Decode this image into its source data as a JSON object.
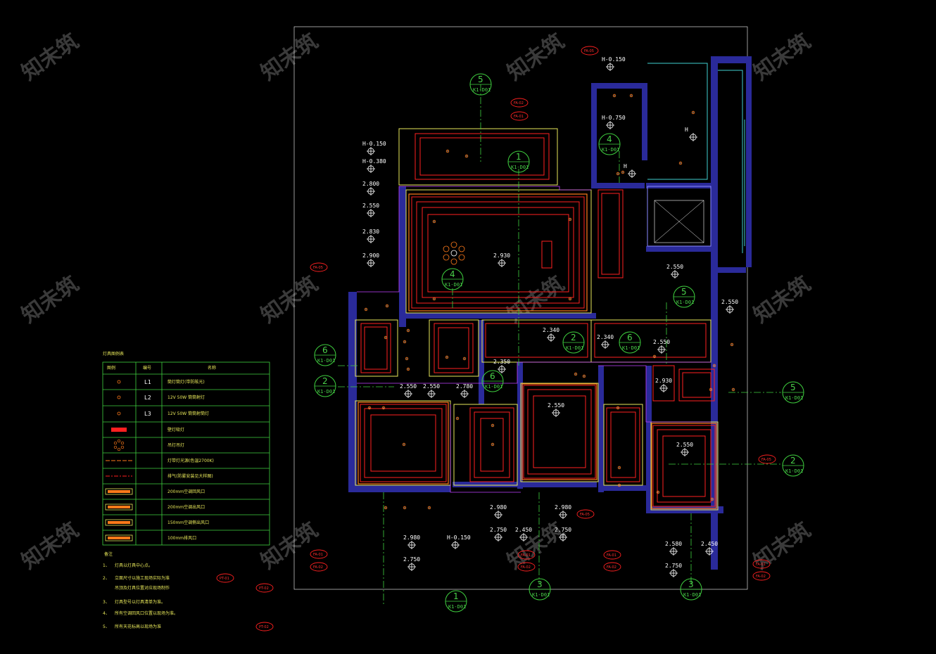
{
  "watermark": "知未筑",
  "legend": {
    "title": "灯具图例表",
    "headers": [
      "图例",
      "编号",
      "名称"
    ],
    "rows": [
      {
        "code": "L1",
        "name": "筒灯筒灯(带防眩光)"
      },
      {
        "code": "L2",
        "name": "12V 50W 筒筒射灯"
      },
      {
        "code": "L3",
        "name": "12V 50W 筒筒射筒灯"
      },
      {
        "code": "",
        "name": "壁灯吸灯"
      },
      {
        "code": "",
        "name": "吊灯吊灯"
      },
      {
        "code": "",
        "name": "灯带灯光源(色温2700K)"
      },
      {
        "code": "",
        "name": "排气(防雾安装见大样图)"
      },
      {
        "code": "",
        "name": "200mm空调回风口"
      },
      {
        "code": "",
        "name": "200mm空调出风口"
      },
      {
        "code": "",
        "name": "150mm空调侧出风口"
      },
      {
        "code": "",
        "name": "100mm排风口"
      }
    ]
  },
  "notes": {
    "title": "备注",
    "items": [
      {
        "num": "1、",
        "text": "灯具以灯具中心点。",
        "tag": ""
      },
      {
        "num": "2、",
        "text": "立面尺寸以施工现场实际为准",
        "tag": "PT-01"
      },
      {
        "num": "",
        "text": "吊顶及灯具位置对应现场制作",
        "tag": "PT-02"
      },
      {
        "num": "3、",
        "text": "灯具型号以灯具清单为准。",
        "tag": ""
      },
      {
        "num": "4、",
        "text": "所有空调回风口位置以现场为准。",
        "tag": ""
      },
      {
        "num": "5、",
        "text": "所有天花标高以现场为准",
        "tag": "PT-02"
      }
    ]
  },
  "elevations": [
    "H-0.150",
    "H-0.380",
    "2.800",
    "2.550",
    "2.830",
    "2.900",
    "2.930",
    "2.340",
    "2.350",
    "2.550",
    "2.780",
    "2.980",
    "2.750",
    "2.450",
    "2.580",
    "H-0.150",
    "H-0.750",
    "H"
  ],
  "callouts": [
    {
      "num": "5",
      "ref": "K1-D01"
    },
    {
      "num": "1",
      "ref": "K1-D01"
    },
    {
      "num": "4",
      "ref": "K1-D01"
    },
    {
      "num": "4",
      "ref": "K1-D01"
    },
    {
      "num": "6",
      "ref": "K1-D01"
    },
    {
      "num": "2",
      "ref": "K1-D01"
    },
    {
      "num": "6",
      "ref": "K1-D01"
    },
    {
      "num": "2",
      "ref": "K1-D01"
    },
    {
      "num": "6",
      "ref": "K1-D01"
    },
    {
      "num": "5",
      "ref": "K1-D01"
    },
    {
      "num": "5",
      "ref": "K1-D01"
    },
    {
      "num": "2",
      "ref": "K1-D01"
    },
    {
      "num": "3",
      "ref": "K1-D01"
    },
    {
      "num": "3",
      "ref": "K1-D01"
    },
    {
      "num": "1",
      "ref": "K1-D01"
    }
  ],
  "tags": [
    "FA-05",
    "FA-02",
    "FA-01",
    "FA-05",
    "FA-01",
    "FA-02",
    "FA-01",
    "FA-02",
    "FA-01",
    "FA-02",
    "FA-05",
    "FA-05",
    "FA-01",
    "FA-02"
  ],
  "colors": {
    "background": "#000000",
    "wall": "#2a2a9a",
    "ceiling_line": "#ff2020",
    "light_strip": "#ff7a1a",
    "callout": "#3fd13f",
    "legend_border": "#3fd13f",
    "dim_text": "#ffffff",
    "annotation": "#e8e85a"
  }
}
